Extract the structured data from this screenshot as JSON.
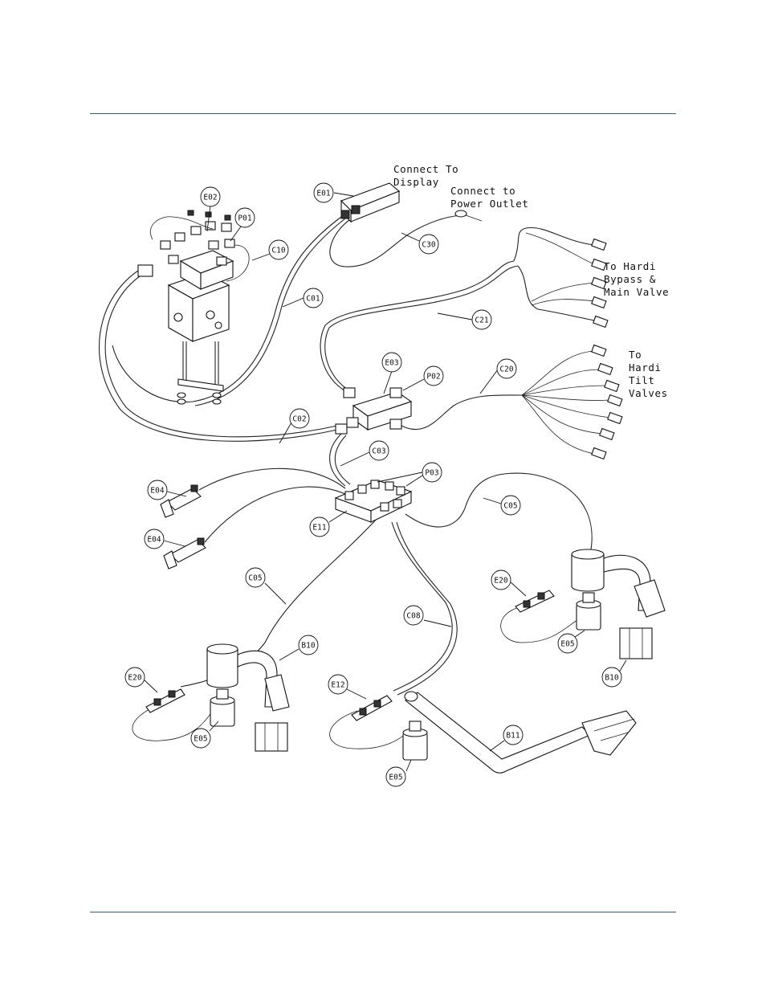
{
  "notes": {
    "display": [
      "Connect To",
      "Display"
    ],
    "power": [
      "Connect to",
      "Power Outlet"
    ],
    "bypass": [
      "To Hardi",
      "Bypass &",
      "Main Valve"
    ],
    "tilt": [
      "To",
      "Hardi",
      "Tilt",
      "Valves"
    ]
  },
  "callouts": {
    "e01": "E01",
    "e02": "E02",
    "p01": "P01",
    "c10": "C10",
    "c01": "C01",
    "c30": "C30",
    "c21": "C21",
    "e03": "E03",
    "p02": "P02",
    "c20": "C20",
    "c02": "C02",
    "c03": "C03",
    "p03": "P03",
    "e04a": "E04",
    "e04b": "E04",
    "e11": "E11",
    "c05a": "C05",
    "c05b": "C05",
    "e20a": "E20",
    "e05a": "E05",
    "b10a": "B10",
    "c08": "C08",
    "e20b": "E20",
    "b10b": "B10",
    "e12": "E12",
    "e05b": "E05",
    "b11": "B11",
    "e05c": "E05"
  }
}
